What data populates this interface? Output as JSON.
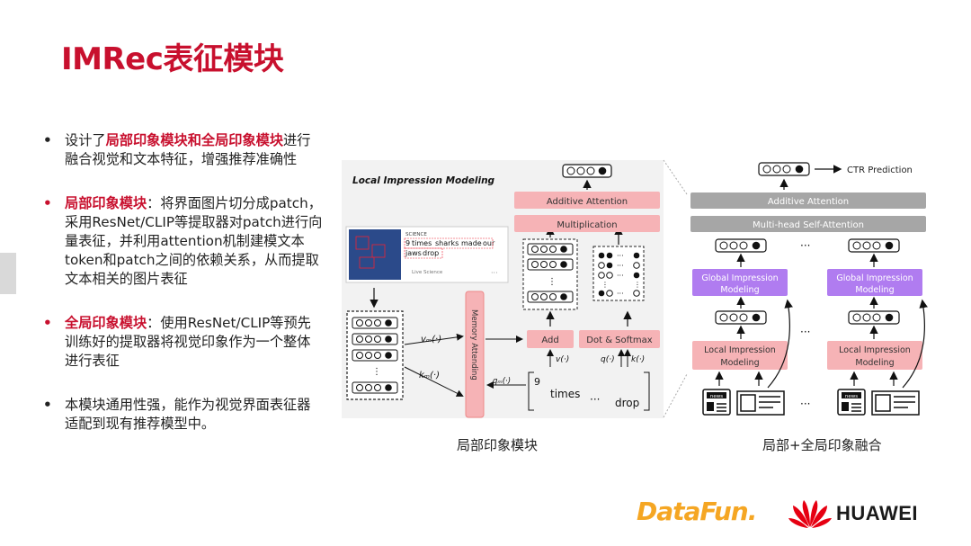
{
  "slide": {
    "title": "IMRec表征模块"
  },
  "bullets": [
    {
      "pre": "设计了",
      "highlight": "局部印象模块和全局印象模块",
      "post": "进行融合视觉和文本特征，增强推荐准确性",
      "dot_color": "#222"
    },
    {
      "pre": "",
      "highlight": "局部印象模块",
      "post": "：将界面图片切分成patch，采用ResNet/CLIP等提取器对patch进行向量表征，并利用attention机制建模文本token和patch之间的依赖关系，从而提取文本相关的图片表征",
      "dot_color": "#c8102e"
    },
    {
      "pre": "",
      "highlight": "全局印象模块",
      "post": "：使用ResNet/CLIP等预先训练好的提取器将视觉印象作为一个整体进行表征",
      "dot_color": "#c8102e"
    },
    {
      "pre": "",
      "highlight": "",
      "post": "本模块通用性强，能作为视觉界面表征器适配到现有推荐模型中。",
      "dot_color": "#222"
    }
  ],
  "diagram_local": {
    "heading": "Local Impression Modeling",
    "news_tag": "SCIENCE",
    "news_words": [
      "9",
      "times",
      "sharks",
      "made",
      "our",
      "jaws",
      "drop"
    ],
    "news_source": "Live Science",
    "memory_label": "Memory Attending",
    "vm": "vₘ(·)",
    "km": "kₘ(·)",
    "qm": "qₘ(·)",
    "v": "v(·)",
    "q": "q(·)",
    "k": "k(·)",
    "additive": "Additive Attention",
    "multiplication": "Multiplication",
    "add": "Add",
    "dot_softmax": "Dot & Softmax",
    "tok_9": "9",
    "tok_times": "times",
    "tok_dots": "···",
    "tok_drop": "drop",
    "caption": "局部印象模块"
  },
  "diagram_global": {
    "ctr": "CTR Prediction",
    "additive": "Additive Attention",
    "mhsa": "Multi-head Self-Attention",
    "global_a": "Global Impression",
    "global_b": "Modeling",
    "local_a": "Local Impression",
    "local_b": "Modeling",
    "news": "news",
    "ellipsis": "···",
    "caption": "局部+全局印象融合"
  },
  "logos": {
    "datafun": "DataFun.",
    "huawei": "HUAWEI"
  },
  "colors": {
    "brand_red": "#c8102e",
    "pink": "#f6b3b6",
    "purple": "#b07cf0",
    "gray_bar": "#a6a6a6",
    "datafun_orange": "#f5a623"
  }
}
